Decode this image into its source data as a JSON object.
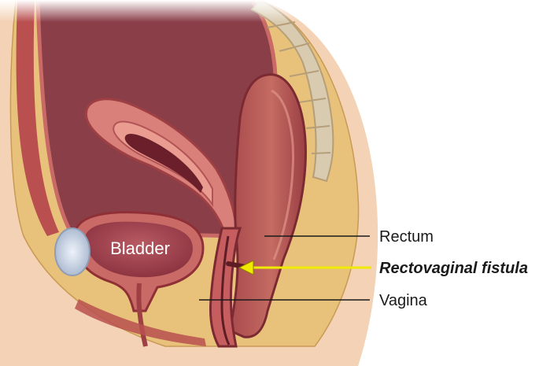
{
  "labels": {
    "bladder": "Bladder",
    "rectum": "Rectum",
    "fistula": "Rectovaginal fistula",
    "vagina": "Vagina"
  },
  "colors": {
    "skin": "#f4d2b5",
    "fat": "#e8c27a",
    "cavity": "#8a3e48",
    "tissue": "#c96a66",
    "tissue_light": "#e89a8c",
    "tissue_dark": "#8f2f36",
    "spine": "#d9cbb0",
    "pubic_bone": "#cfd8e8",
    "arrow": "#f0ea00"
  }
}
